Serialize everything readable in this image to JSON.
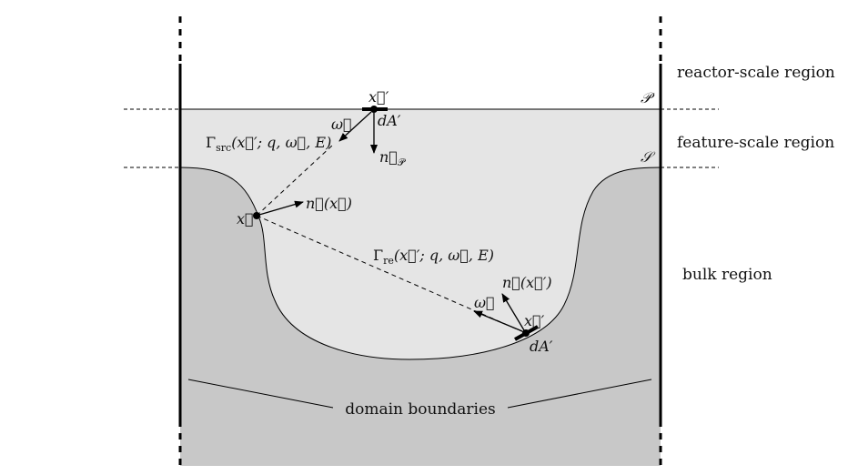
{
  "diagram": {
    "regions": {
      "reactor": "reactor-scale region",
      "feature": "feature-scale region",
      "bulk": "bulk region"
    },
    "planes": {
      "P": "𝒫",
      "S": "𝒮"
    },
    "boundary_label": "domain boundaries",
    "source": {
      "point": "x⃗′",
      "area": "dA′",
      "normal": "n⃗",
      "normal_sub": "𝒫",
      "direction": "ω⃗",
      "flux": "Γ",
      "flux_sub": "src",
      "flux_args": "(x⃗′; q, ω⃗, E)"
    },
    "target": {
      "point": "x⃗",
      "normal": "n⃗(x⃗)"
    },
    "reemission": {
      "point": "x⃗′",
      "area": "dA′",
      "normal": "n⃗(x⃗′)",
      "direction": "ω⃗",
      "flux": "Γ",
      "flux_sub": "re",
      "flux_args": "(x⃗′; q, ω⃗, E)"
    },
    "colors": {
      "feature_fill": "#e5e5e5",
      "bulk_fill": "#c8c8c8",
      "line": "#000000"
    }
  }
}
